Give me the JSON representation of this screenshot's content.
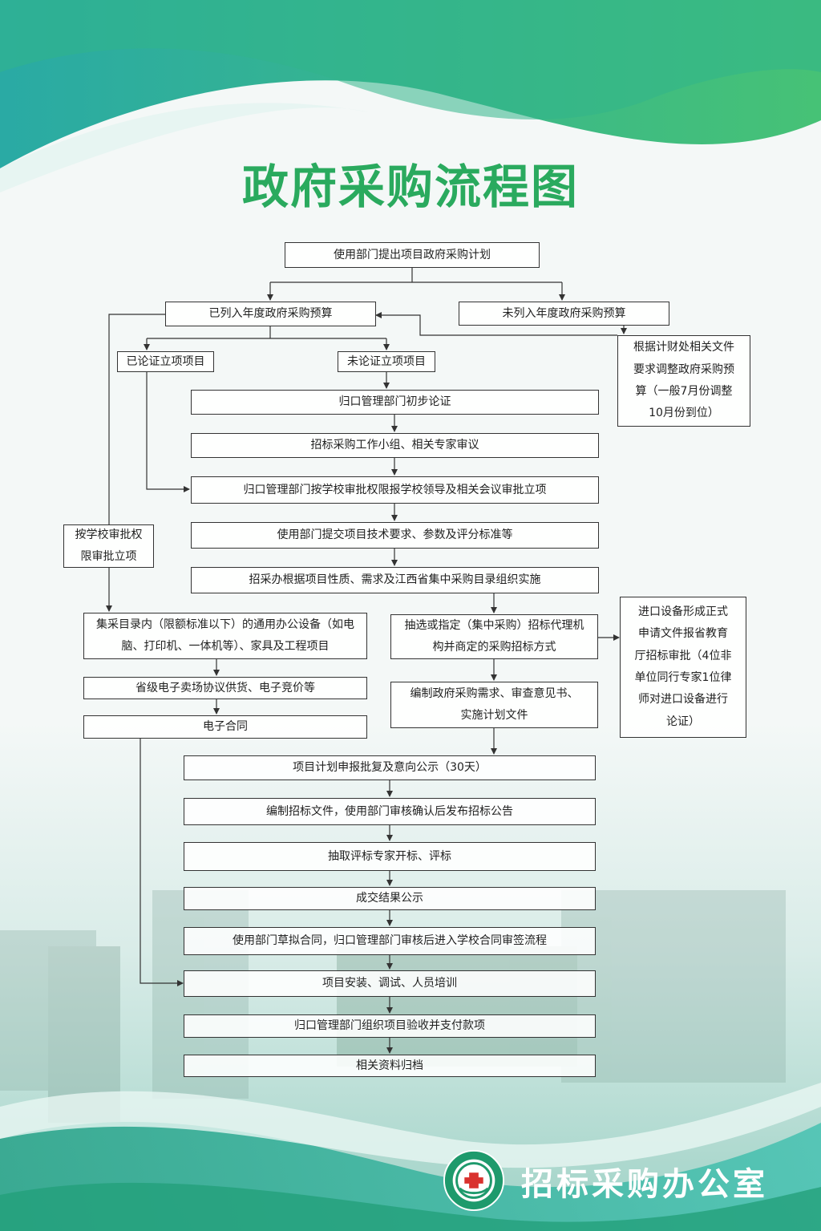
{
  "title": "政府采购流程图",
  "colors": {
    "title_green": "#2aaa5e",
    "wave_dark": "#2fae8e",
    "wave_light": "#5fc8b8",
    "line": "#333333"
  },
  "flow": {
    "n1": "使用部门提出项目政府采购计划",
    "n2": "已列入年度政府采购预算",
    "n3": "未列入年度政府采购预算",
    "n4": "根据计财处相关文件要求调整政府采购预算（一般7月份调整10月份到位）",
    "n5": "已论证立项项目",
    "n6": "未论证立项项目",
    "n7": "归口管理部门初步论证",
    "n8": "招标采购工作小组、相关专家审议",
    "n9": "归口管理部门按学校审批权限报学校领导及相关会议审批立项",
    "n10": "按学校审批权限审批立项",
    "n11": "使用部门提交项目技术要求、参数及评分标准等",
    "n12": "招采办根据项目性质、需求及江西省集中采购目录组织实施",
    "n13": "集采目录内（限额标准以下）的通用办公设备（如电脑、打印机、一体机等）、家具及工程项目",
    "n14": "抽选或指定（集中采购）招标代理机构并商定的采购招标方式",
    "n15": "进口设备形成正式申请文件报省教育厅招标审批（4位非单位同行专家1位律师对进口设备进行论证）",
    "n16": "省级电子卖场协议供货、电子竞价等",
    "n17": "电子合同",
    "n18": "编制政府采购需求、审查意见书、实施计划文件",
    "n19": "项目计划申报批复及意向公示（30天）",
    "n20": "编制招标文件，使用部门审核确认后发布招标公告",
    "n21": "抽取评标专家开标、评标",
    "n22": "成交结果公示",
    "n23": "使用部门草拟合同，归口管理部门审核后进入学校合同审签流程",
    "n24": "项目安装、调试、人员培训",
    "n25": "归口管理部门组织项目验收并支付款项",
    "n26": "相关资料归档"
  },
  "footer": {
    "office": "招标采购办公室",
    "logo_icon": "university-seal-icon"
  }
}
